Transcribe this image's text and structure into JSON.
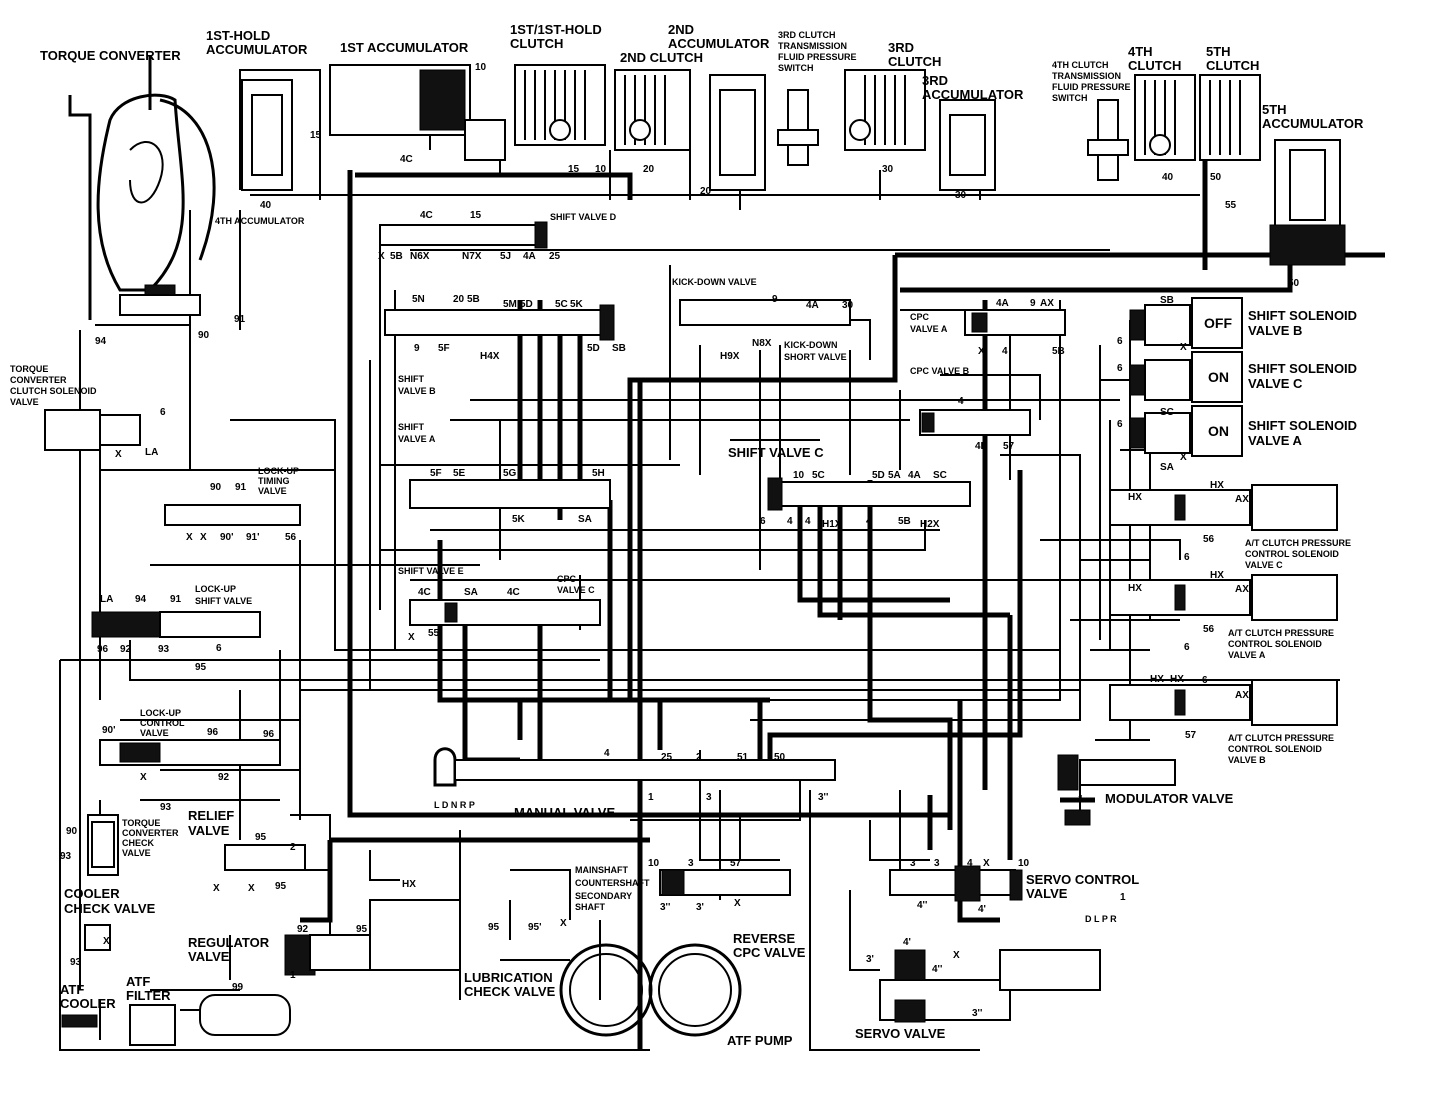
{
  "components": {
    "torque_converter": "TORQUE CONVERTER",
    "first_hold_accumulator_1": "1ST-HOLD",
    "first_hold_accumulator_2": "ACCUMULATOR",
    "first_accumulator": "1ST ACCUMULATOR",
    "first_clutch_1": "1ST/1ST-HOLD",
    "first_clutch_2": "CLUTCH",
    "second_clutch": "2ND CLUTCH",
    "second_accumulator_1": "2ND",
    "second_accumulator_2": "ACCUMULATOR",
    "third_switch_1": "3RD CLUTCH",
    "third_switch_2": "TRANSMISSION",
    "third_switch_3": "FLUID PRESSURE",
    "third_switch_4": "SWITCH",
    "third_clutch_1": "3RD",
    "third_clutch_2": "CLUTCH",
    "third_accumulator_1": "3RD",
    "third_accumulator_2": "ACCUMULATOR",
    "fourth_switch_1": "4TH CLUTCH",
    "fourth_switch_2": "TRANSMISSION",
    "fourth_switch_3": "FLUID PRESSURE",
    "fourth_switch_4": "SWITCH",
    "fourth_clutch_1": "4TH",
    "fourth_clutch_2": "CLUTCH",
    "fifth_clutch_1": "5TH",
    "fifth_clutch_2": "CLUTCH",
    "fifth_accumulator_1": "5TH",
    "fifth_accumulator_2": "ACCUMULATOR",
    "fourth_accumulator": "4TH ACCUMULATOR",
    "shift_valve_d": "SHIFT VALVE D",
    "kick_down_valve": "KICK-DOWN VALVE",
    "kick_down_short_1": "KICK-DOWN",
    "kick_down_short_2": "SHORT VALVE",
    "cpc_valve_a_1": "CPC",
    "cpc_valve_a_2": "VALVE A",
    "cpc_valve_b": "CPC VALVE B",
    "shift_valve_b_1": "SHIFT",
    "shift_valve_b_2": "VALVE B",
    "shift_valve_a_1": "SHIFT",
    "shift_valve_a_2": "VALVE A",
    "shift_valve_c": "SHIFT VALVE C",
    "shift_valve_e": "SHIFT VALVE E",
    "cpc_valve_c_1": "CPC",
    "cpc_valve_c_2": "VALVE C",
    "tcc_solenoid_1": "TORQUE",
    "tcc_solenoid_2": "CONVERTER",
    "tcc_solenoid_3": "CLUTCH SOLENOID",
    "tcc_solenoid_4": "VALVE",
    "lockup_timing_1": "LOCK-UP",
    "lockup_timing_2": "TIMING",
    "lockup_timing_3": "VALVE",
    "lockup_shift_1": "LOCK-UP",
    "lockup_shift_2": "SHIFT VALVE",
    "lockup_control_1": "LOCK-UP",
    "lockup_control_2": "CONTROL",
    "lockup_control_3": "VALVE",
    "tc_check_1": "TORQUE",
    "tc_check_2": "CONVERTER",
    "tc_check_3": "CHECK",
    "tc_check_4": "VALVE",
    "relief_valve_1": "RELIEF",
    "relief_valve_2": "VALVE",
    "cooler_check_1": "COOLER",
    "cooler_check_2": "CHECK VALVE",
    "regulator_1": "REGULATOR",
    "regulator_2": "VALVE",
    "atf_cooler_1": "ATF",
    "atf_cooler_2": "COOLER",
    "atf_filter_1": "ATF",
    "atf_filter_2": "FILTER",
    "lubrication_1": "LUBRICATION",
    "lubrication_2": "CHECK VALVE",
    "manual_valve": "MANUAL VALVE",
    "manual_positions": "L D N R P",
    "atf_pump": "ATF PUMP",
    "reverse_cpc_1": "REVERSE",
    "reverse_cpc_2": "CPC VALVE",
    "servo_valve": "SERVO VALVE",
    "servo_control_1": "SERVO CONTROL",
    "servo_control_2": "VALVE",
    "modulator_valve": "MODULATOR VALVE",
    "mainshaft": "MAINSHAFT",
    "countershaft": "COUNTERSHAFT",
    "secondary_1": "SECONDARY",
    "secondary_2": "SHAFT",
    "sol_b_1": "SHIFT SOLENOID",
    "sol_b_2": "VALVE B",
    "sol_b_state": "OFF",
    "sol_c_1": "SHIFT SOLENOID",
    "sol_c_2": "VALVE C",
    "sol_c_state": "ON",
    "sol_a_1": "SHIFT SOLENOID",
    "sol_a_2": "VALVE A",
    "sol_a_state": "ON",
    "pcs_c_1": "A/T CLUTCH PRESSURE",
    "pcs_c_2": "CONTROL SOLENOID",
    "pcs_c_3": "VALVE C",
    "pcs_a_1": "A/T CLUTCH PRESSURE",
    "pcs_a_2": "CONTROL SOLENOID",
    "pcs_a_3": "VALVE A",
    "pcs_b_1": "A/T CLUTCH PRESSURE",
    "pcs_b_2": "CONTROL SOLENOID",
    "pcs_b_3": "VALVE B",
    "servo_positions": "D L P R"
  },
  "ports": {
    "p1": "40",
    "p2": "15",
    "p3": "4C",
    "p4": "10",
    "p5": "15",
    "p6": "10",
    "p7": "20",
    "p8": "20",
    "p9": "30",
    "p10": "30",
    "p11": "40",
    "p12": "50",
    "p13": "55",
    "p14": "50",
    "p15": "94",
    "p16": "90",
    "p17": "91",
    "p18": "6",
    "p19": "LA",
    "p20": "X",
    "p21": "5B",
    "p22": "4C",
    "p23": "15",
    "p24": "N6X",
    "p25": "N7X",
    "p26": "5J",
    "p27": "4A",
    "p28": "25",
    "p29": "X",
    "p30": "5N",
    "p31": "20",
    "p32": "5B",
    "p33": "5M",
    "p34": "5D",
    "p35": "5C",
    "p36": "5K",
    "p37": "5F",
    "p38": "9",
    "p39": "H4X",
    "p40": "5D",
    "p41": "SB",
    "p42": "9",
    "p43": "4A",
    "p44": "30",
    "p45": "H9X",
    "p46": "N8X",
    "p47": "4A",
    "p48": "9",
    "p49": "AX",
    "p50": "SB",
    "p51": "X",
    "p52": "4",
    "p53": "5B",
    "p54": "4",
    "p55": "4B",
    "p56": "57",
    "p57": "5F",
    "p58": "5E",
    "p59": "5G",
    "p60": "5H",
    "p61": "5K",
    "p62": "SA",
    "p63": "10",
    "p64": "5C",
    "p65": "5D",
    "p66": "5A",
    "p67": "4A",
    "p68": "SC",
    "p69": "6",
    "p70": "4",
    "p71": "4",
    "p72": "H1X",
    "p73": "4",
    "p74": "5B",
    "p75": "H2X",
    "p76": "90",
    "p77": "91",
    "p78": "X",
    "p79": "X",
    "p80": "90'",
    "p81": "91'",
    "p82": "56",
    "p83": "LA",
    "p84": "94",
    "p85": "91",
    "p86": "96",
    "p87": "92",
    "p88": "93",
    "p89": "95",
    "p90": "6",
    "p91": "4C",
    "p92": "SA",
    "p93": "4C",
    "p94": "X",
    "p95": "55",
    "p96": "90'",
    "p97": "96",
    "p98": "96",
    "p99": "X",
    "p100": "92",
    "p101": "93",
    "p102": "90",
    "p103": "93",
    "p104": "95",
    "p105": "2",
    "p106": "95",
    "p107": "X",
    "p108": "X",
    "p109": "92",
    "p110": "1",
    "p111": "95",
    "p112": "99",
    "p113": "93",
    "p114": "X",
    "p115": "4",
    "p116": "25",
    "p117": "2",
    "p118": "51",
    "p119": "50",
    "p120": "1",
    "p121": "3",
    "p122": "3''",
    "p123": "HX",
    "p124": "95",
    "p125": "95'",
    "p126": "X",
    "p127": "10",
    "p128": "3",
    "p129": "57",
    "p130": "3''",
    "p131": "3'",
    "p132": "X",
    "p133": "3",
    "p134": "3",
    "p135": "4",
    "p136": "X",
    "p137": "10",
    "p138": "4''",
    "p139": "4'",
    "p140": "4'",
    "p141": "X",
    "p142": "3'",
    "p143": "4''",
    "p144": "3''",
    "p145": "6",
    "p146": "1",
    "p147": "6",
    "p148": "SC",
    "p149": "6",
    "p150": "SA",
    "p151": "X",
    "p152": "X",
    "p153": "HX",
    "p154": "HX",
    "p155": "AX",
    "p156": "6",
    "p157": "56",
    "p158": "HX",
    "p159": "HX",
    "p160": "AX",
    "p161": "56",
    "p162": "6",
    "p163": "HX",
    "p164": "HX",
    "p165": "AX",
    "p166": "6",
    "p167": "57",
    "p168": "1"
  }
}
